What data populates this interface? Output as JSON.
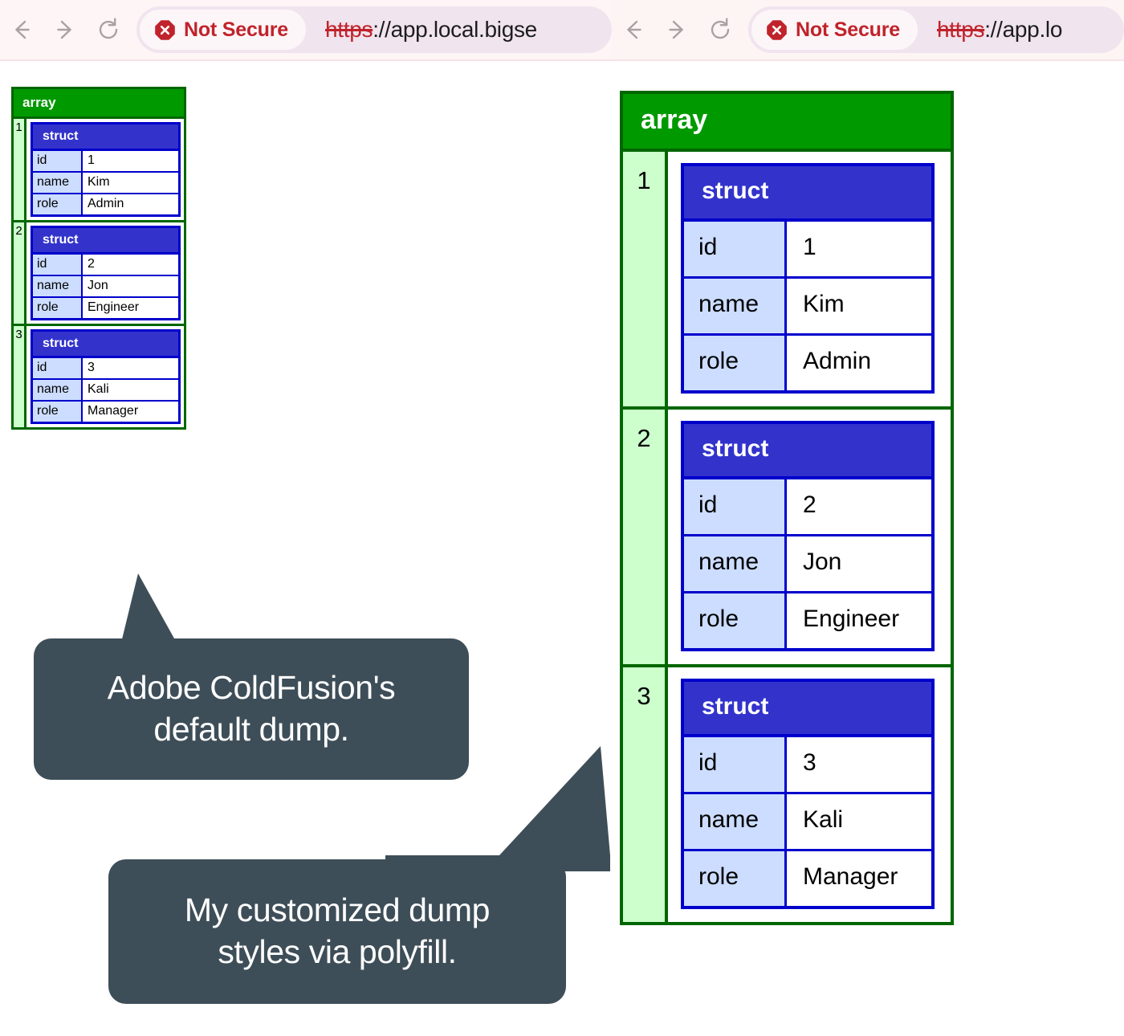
{
  "browser_panes": [
    {
      "id": "default-pane",
      "nav": {
        "back_icon": "arrow-left-icon",
        "forward_icon": "arrow-right-icon",
        "reload_icon": "reload-icon"
      },
      "security": {
        "icon": "not-secure-octagon-icon",
        "label": "Not Secure",
        "color": "#c0232b"
      },
      "url": {
        "scheme": "https",
        "rest": "://app.local.bigse"
      }
    },
    {
      "id": "custom-pane",
      "nav": {
        "back_icon": "arrow-left-icon",
        "forward_icon": "arrow-right-icon",
        "reload_icon": "reload-icon"
      },
      "security": {
        "icon": "not-secure-octagon-icon",
        "label": "Not Secure",
        "color": "#c0232b"
      },
      "url": {
        "scheme": "https",
        "rest": "://app.lo"
      }
    }
  ],
  "dump": {
    "array_label": "array",
    "struct_label": "struct",
    "colors": {
      "array_header_bg": "#009900",
      "array_border": "#006600",
      "array_index_bg": "#ccffcc",
      "struct_header_bg": "#3333cc",
      "struct_border": "#0000cc",
      "struct_key_bg": "#ccddff",
      "value_bg": "#ffffff"
    },
    "items": [
      {
        "index": "1",
        "fields": [
          {
            "key": "id",
            "value": "1"
          },
          {
            "key": "name",
            "value": "Kim"
          },
          {
            "key": "role",
            "value": "Admin"
          }
        ]
      },
      {
        "index": "2",
        "fields": [
          {
            "key": "id",
            "value": "2"
          },
          {
            "key": "name",
            "value": "Jon"
          },
          {
            "key": "role",
            "value": "Engineer"
          }
        ]
      },
      {
        "index": "3",
        "fields": [
          {
            "key": "id",
            "value": "3"
          },
          {
            "key": "name",
            "value": "Kali"
          },
          {
            "key": "role",
            "value": "Manager"
          }
        ]
      }
    ]
  },
  "callouts": {
    "default": {
      "text": "Adobe ColdFusion's\ndefault dump.",
      "bg": "#3e4e58",
      "fg": "#ffffff"
    },
    "custom": {
      "text": "My customized dump\nstyles via polyfill.",
      "bg": "#3e4e58",
      "fg": "#ffffff"
    }
  }
}
